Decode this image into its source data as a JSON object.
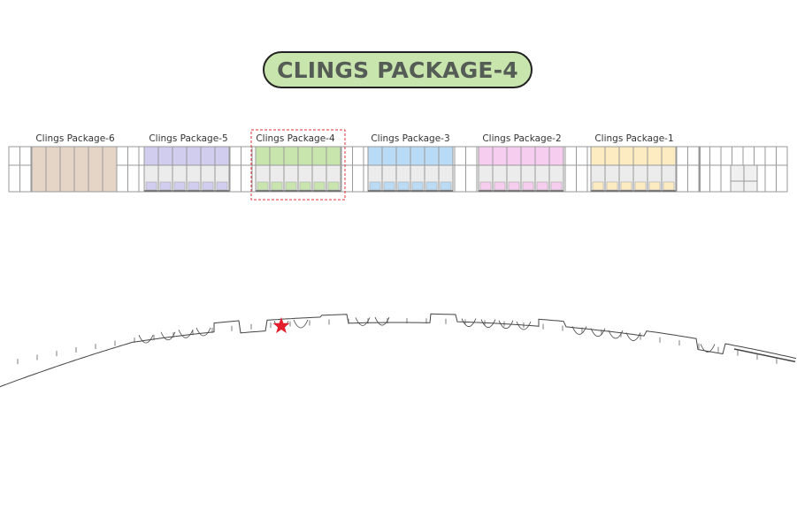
{
  "title": "CLINGS PACKAGE-4",
  "packages": [
    {
      "label": "Clings Package-6",
      "color": "#e5d5c6",
      "selected": false,
      "full_fill": true
    },
    {
      "label": "Clings Package-5",
      "color": "#d0cdee",
      "selected": false,
      "full_fill": false
    },
    {
      "label": "Clings Package-4",
      "color": "#c9e5ae",
      "selected": true,
      "full_fill": false
    },
    {
      "label": "Clings Package-3",
      "color": "#b9dbf6",
      "selected": false,
      "full_fill": false
    },
    {
      "label": "Clings Package-2",
      "color": "#f6cdee",
      "selected": false,
      "full_fill": false
    },
    {
      "label": "Clings Package-1",
      "color": "#fdebc1",
      "selected": false,
      "full_fill": false
    }
  ],
  "colors": {
    "outline": "#999999",
    "selection": "#e0303a",
    "marker": "#e41e2b",
    "wall_line": "#444444"
  },
  "icons": {
    "location_marker": "star-icon"
  }
}
